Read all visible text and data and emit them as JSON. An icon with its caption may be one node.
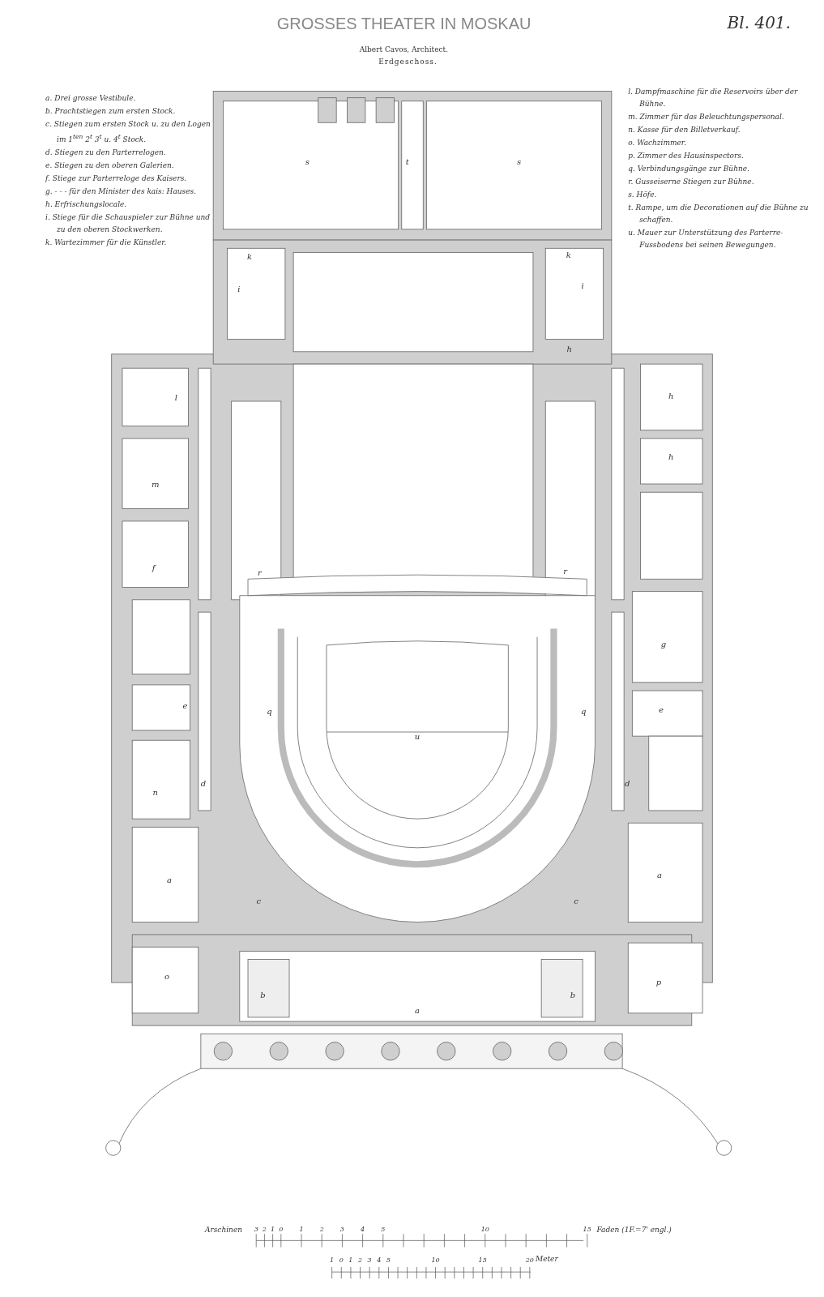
{
  "diagram": {
    "title": "GROSSES THEATER IN MOSKAU",
    "labels": [
      "Bl. 401.",
      "Albert Cavos, Architect.",
      "Erdgeschoss.",
      "a. Drei grosse Vestibule.",
      "b. Prachtstiegen zum ersten Stock.",
      "c. Stiegen zum ersten Stock u. zu den Logen im 1$^{ten}$ 2$^{t}$ 3$^{t}$ u. 4$^{t}$ Stock.",
      "d. Stiegen zu den Parterrelogen.",
      "e. Stiegen zu den oberen Galerien.",
      "f. Stiege zur Parterreloge des Kaisers.",
      "g. - - - für den Minister des kais: Hauses.",
      "h. Erfrischungslocale.",
      "i. Stiege für die Schauspieler zur Bühne und zu den oberen Stockwerken.",
      "k. Wartezimmer für die Künstler.",
      "l. Dampfmaschine für die Reservoirs über der Bühne.",
      "m. Zimmer für das Beleuchtungspersonal.",
      "n. Kasse für den Billetverkauf.",
      "o. Wachzimmer.",
      "p. Zimmer des Hausinspectors.",
      "q. Verbindungsgänge zur Bühne.",
      "r. Gusseiserne Stiegen zur Bühne.",
      "s. Höfe.",
      "t. Rampe, um die Decorationen auf die Bühne zu schaffen.",
      "u. Mauer zur Unterstützung des Parterre-Fussbodens bei seinen Bewegungen.",
      "s",
      "t",
      "s",
      "k",
      "k",
      "i",
      "i",
      "h",
      "l",
      "h",
      "m",
      "h",
      "f",
      "r",
      "r",
      "g",
      "e",
      "q",
      "q",
      "e",
      "u",
      "d",
      "d",
      "n",
      "a",
      "a",
      "c",
      "c",
      "o",
      "p",
      "b",
      "a",
      "b",
      "Arschinen",
      "3",
      "2",
      "1",
      "0",
      "1",
      "2",
      "3",
      "4",
      "5",
      "10",
      "15",
      "Faden (1F.=7' engl.)",
      "1",
      "0",
      "1",
      "2",
      "3",
      "4",
      "5",
      "10",
      "15",
      "20",
      "Meter"
    ]
  }
}
